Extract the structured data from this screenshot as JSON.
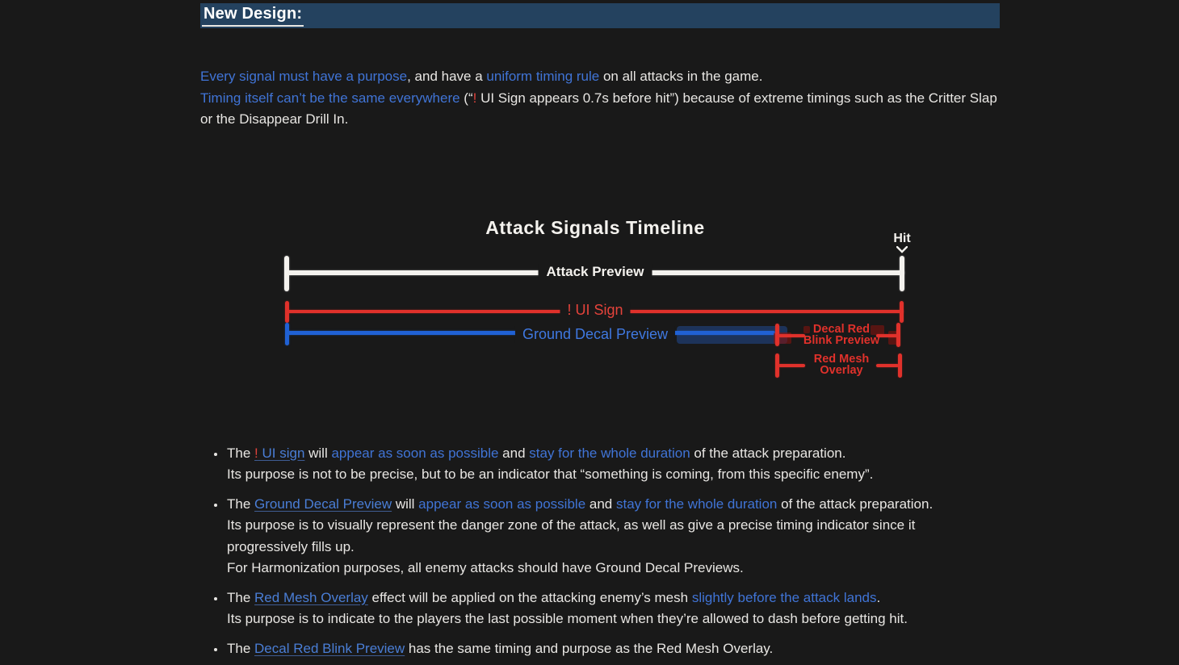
{
  "header": {
    "title": "New Design:"
  },
  "colors": {
    "page_bg": "#191919",
    "banner_bg": "#24425f",
    "body_text": "#e8e6e3",
    "highlight_blue": "#4074d6",
    "link_blue": "#4a7ed6",
    "accent_red": "#e0433c",
    "bar_white": "#f4f2ee",
    "bar_red": "#e0312b",
    "bar_blue": "#2061d4"
  },
  "intro": {
    "segments": [
      {
        "t": "Every signal must have a purpose",
        "s": "b"
      },
      {
        "t": ", and have a ",
        "s": "w"
      },
      {
        "t": "uniform timing rule",
        "s": "b"
      },
      {
        "t": " on all attacks in the game.",
        "s": "w"
      },
      {
        "br": true
      },
      {
        "t": "Timing itself can’t be the same everywhere",
        "s": "b"
      },
      {
        "t": " (“",
        "s": "w"
      },
      {
        "t": "!",
        "s": "r"
      },
      {
        "t": " UI Sign appears 0.7s before hit”) because of extreme timings such as the Critter Slap or the Disappear Drill In.",
        "s": "w"
      }
    ]
  },
  "diagram": {
    "title": "Attack Signals Timeline",
    "hit_label": "Hit",
    "timeline": {
      "unit": "fraction of attack preparation (0 = start, 1 = hit)",
      "bars": [
        {
          "name": "attack-preview",
          "label": "Attack Preview",
          "color": "#f4f2ee",
          "span": [
            0,
            1
          ]
        },
        {
          "name": "ui-sign",
          "label": "! UI Sign",
          "color": "#e0312b",
          "span": [
            0,
            1
          ]
        },
        {
          "name": "ground-decal-preview",
          "label": "Ground Decal Preview",
          "color": "#2061d4",
          "span": [
            0,
            0.79
          ]
        },
        {
          "name": "decal-red-blink-preview",
          "label_line1": "Decal Red",
          "label_line2": "Blink Preview",
          "color": "#e0312b",
          "span": [
            0.79,
            1
          ]
        },
        {
          "name": "red-mesh-overlay",
          "label_line1": "Red Mesh",
          "label_line2": "Overlay",
          "color": "#e0312b",
          "span": [
            0.79,
            1
          ]
        }
      ]
    }
  },
  "bullets": [
    {
      "segments": [
        {
          "t": "The ",
          "s": "w"
        },
        {
          "t": "!",
          "s": "rl"
        },
        {
          "t": " UI sign",
          "s": "l"
        },
        {
          "t": " will ",
          "s": "w"
        },
        {
          "t": "appear as soon as possible",
          "s": "b"
        },
        {
          "t": " and ",
          "s": "w"
        },
        {
          "t": "stay for the whole duration",
          "s": "b"
        },
        {
          "t": " of the attack preparation.",
          "s": "w"
        },
        {
          "br": true
        },
        {
          "t": "Its purpose is not to be precise, but to be an indicator that “something is coming, from this specific enemy”.",
          "s": "w"
        }
      ]
    },
    {
      "segments": [
        {
          "t": "The ",
          "s": "w"
        },
        {
          "t": "Ground Decal Preview",
          "s": "l"
        },
        {
          "t": " will ",
          "s": "w"
        },
        {
          "t": "appear as soon as possible",
          "s": "b"
        },
        {
          "t": " and ",
          "s": "w"
        },
        {
          "t": "stay for the whole duration",
          "s": "b"
        },
        {
          "t": " of the attack preparation.",
          "s": "w"
        },
        {
          "br": true
        },
        {
          "t": "Its purpose is to visually represent the danger zone of the attack, as well as give a precise timing indicator since it progressively fills up.",
          "s": "w"
        },
        {
          "br": true
        },
        {
          "t": "For Harmonization purposes, all enemy attacks should have Ground Decal Previews.",
          "s": "w"
        }
      ]
    },
    {
      "segments": [
        {
          "t": "The ",
          "s": "w"
        },
        {
          "t": "Red Mesh Overlay",
          "s": "l"
        },
        {
          "t": " effect will be applied on the attacking enemy’s mesh ",
          "s": "w"
        },
        {
          "t": "slightly before the attack lands",
          "s": "b"
        },
        {
          "t": ".",
          "s": "w"
        },
        {
          "br": true
        },
        {
          "t": "Its purpose is to indicate to the players the last possible moment when they’re allowed to dash before getting hit.",
          "s": "w"
        }
      ]
    },
    {
      "segments": [
        {
          "t": "The ",
          "s": "w"
        },
        {
          "t": "Decal Red Blink Preview",
          "s": "l"
        },
        {
          "t": " has the same timing and purpose as the Red Mesh Overlay.",
          "s": "w"
        }
      ]
    }
  ]
}
